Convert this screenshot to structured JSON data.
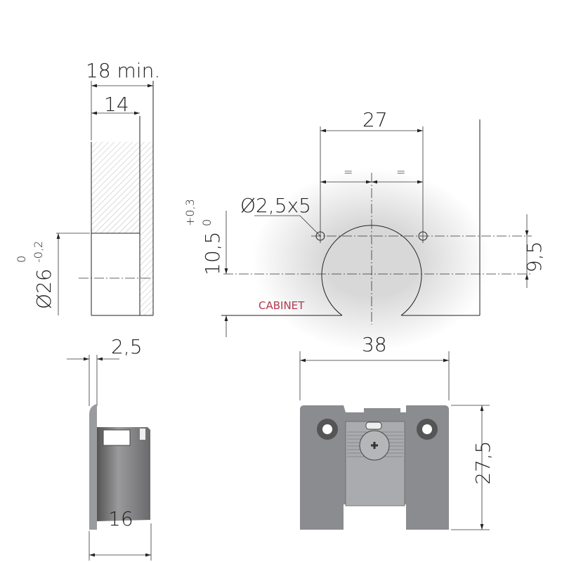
{
  "side_view": {
    "dim_depth_min": "18 min.",
    "dim_bore_depth": "14",
    "dim_diameter": "Ø26",
    "tol_upper": "0",
    "tol_lower": "-0,2"
  },
  "front_view": {
    "dim_hole_spacing": "27",
    "equal_left": "=",
    "equal_right": "=",
    "pilot_hole": "Ø2,5x5",
    "dim_edge_distance": "10,5",
    "tol_upper": "+0,3",
    "tol_lower": "0",
    "dim_hole_offset": "9,5",
    "cabinet_label": "CABINET"
  },
  "product_side": {
    "dim_flange": "2,5",
    "dim_length": "16"
  },
  "product_front": {
    "dim_width": "38",
    "dim_height": "27,5"
  },
  "colors": {
    "cabinet_label": "#b03a50",
    "part_gray": "#8a8c90"
  }
}
